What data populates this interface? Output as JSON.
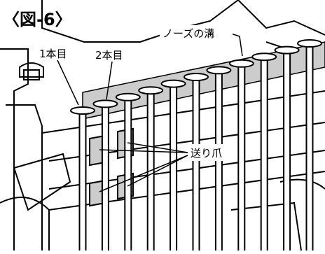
{
  "figure": {
    "title": "〈図-6〉"
  },
  "labels": {
    "nail_first": "1本目",
    "nail_second": "2本目",
    "nose_groove": "ノーズの溝",
    "feed_claw": "送り爪"
  },
  "nails": {
    "count": 11
  },
  "colors": {
    "line": "#000000",
    "background": "#ffffff",
    "shade": "#cccccc"
  }
}
